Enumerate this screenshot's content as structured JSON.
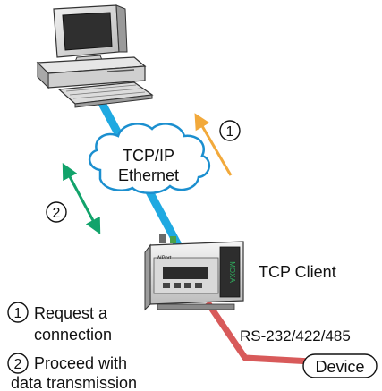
{
  "cloud": {
    "line1": "TCP/IP",
    "line2": "Ethernet"
  },
  "arrows": {
    "request_number": "1",
    "data_number": "2",
    "request_color": "#f2a93b",
    "data_color": "#12a36b",
    "link_color": "#1fa9e1",
    "serial_color": "#d85a5a"
  },
  "device_server": {
    "label": "TCP Client",
    "side_text": "MOXA",
    "brand": "NPort"
  },
  "serial": {
    "label": "RS-232/422/485"
  },
  "end_device": {
    "label": "Device"
  },
  "legend": {
    "item1": {
      "number": "1",
      "line1": "Request a",
      "line2": "connection"
    },
    "item2": {
      "number": "2",
      "line1": "Proceed with",
      "line2": "data transmission"
    }
  }
}
